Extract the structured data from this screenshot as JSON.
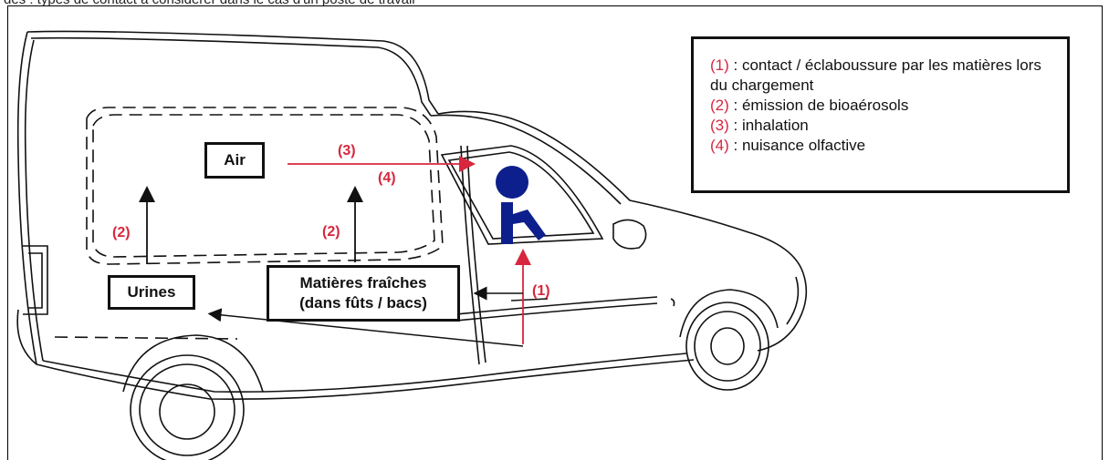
{
  "header_text": "des : types de contact à considérer dans le cas d'un poste de travail",
  "labels": {
    "air": "Air",
    "urines": "Urines",
    "matieres_line1": "Matières fraîches",
    "matieres_line2": "(dans fûts / bacs)"
  },
  "markers": {
    "m1": "(1)",
    "m2_left": "(2)",
    "m2_center": "(2)",
    "m3": "(3)",
    "m4": "(4)"
  },
  "legend": {
    "items": [
      {
        "code": "(1)",
        "text": " : contact / éclaboussure par les matières lors du chargement"
      },
      {
        "code": "(2)",
        "text": " : émission de bioaérosols"
      },
      {
        "code": "(3)",
        "text": " : inhalation"
      },
      {
        "code": "(4)",
        "text": " : nuisance olfactive"
      }
    ]
  },
  "colors": {
    "accent": "#d7263d",
    "figure": "#0d1f8c",
    "line": "#111111"
  }
}
